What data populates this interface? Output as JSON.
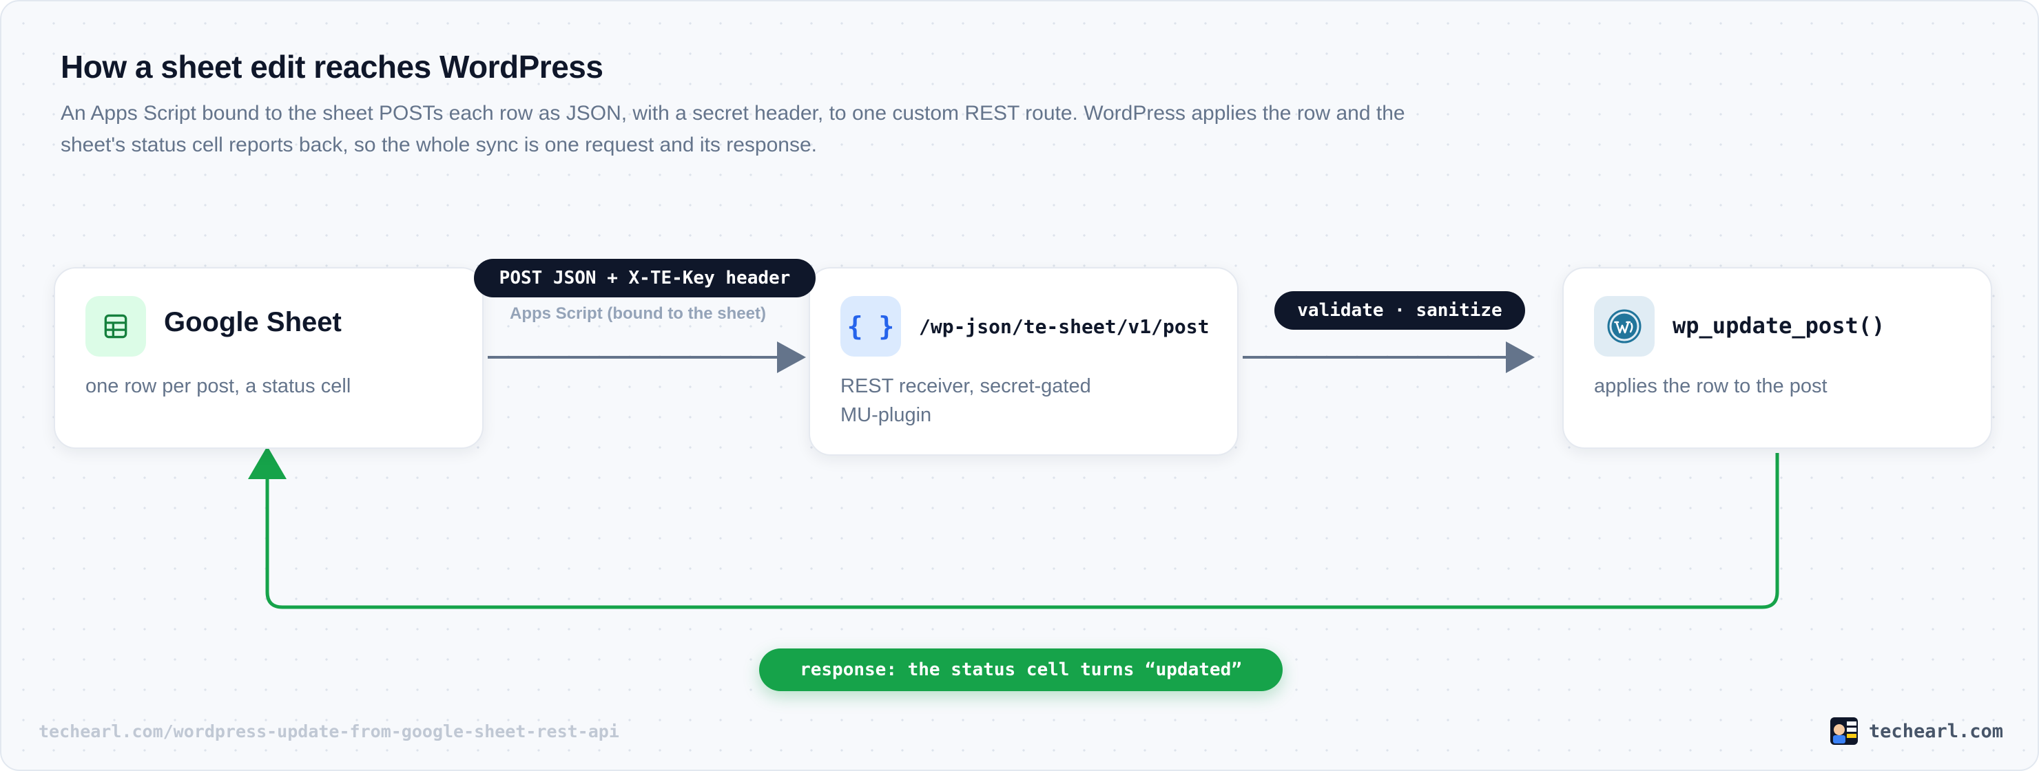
{
  "header": {
    "title": "How a sheet edit reaches WordPress",
    "subtitle": "An Apps Script bound to the sheet POSTs each row as JSON, with a secret header, to one custom REST route. WordPress applies the row and the sheet's status cell reports back, so the whole sync is one request and its response."
  },
  "nodes": [
    {
      "id": "sheet",
      "title": "Google Sheet",
      "description": "one row per post, a status cell",
      "icon": "spreadsheet-icon",
      "icon_color": "#15803d",
      "icon_bg": "#dcfce7"
    },
    {
      "id": "rest",
      "title": "/wp-json/te-sheet/v1/post",
      "description": "REST receiver, secret-gated\nMU-plugin",
      "icon": "curly-braces-icon",
      "icon_color": "#2563eb",
      "icon_bg": "#dbeafe"
    },
    {
      "id": "wp",
      "title": "wp_update_post()",
      "description": "applies the row to the post",
      "icon": "wordpress-icon",
      "icon_color": "#21759b",
      "icon_bg": "#e0ecf4"
    }
  ],
  "edges": {
    "request_label": "POST JSON + X-TE-Key header",
    "request_caption": "Apps Script (bound to the sheet)",
    "validate_label": "validate · sanitize",
    "response_label": "response: the status cell turns “updated”"
  },
  "colors": {
    "arrow": "#64748b",
    "response": "#16a34a",
    "pill_dark": "#0f172a"
  },
  "footer": {
    "url": "techearl.com/wordpress-update-from-google-sheet-rest-api",
    "brand": "techearl.com",
    "brand_logo": "tech-earl-logo-icon"
  }
}
